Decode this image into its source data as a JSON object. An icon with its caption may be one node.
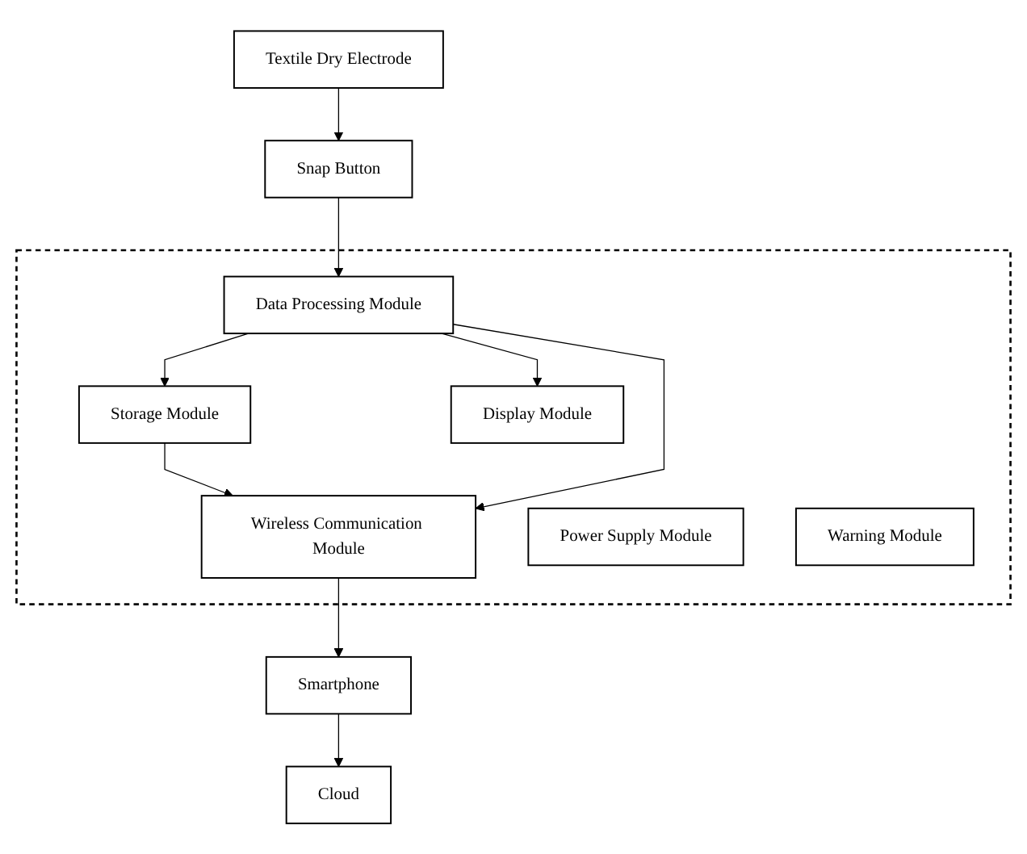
{
  "diagram": {
    "nodes": [
      {
        "text": [
          "Textile Dry Electrode"
        ]
      },
      {
        "text": [
          "Snap Button"
        ]
      },
      {
        "text": [
          "Cloud"
        ]
      },
      {
        "text": [
          "Smartphone"
        ]
      },
      {
        "text": [],
        "shape": "box"
      },
      {
        "text": [
          "Storage Module"
        ],
        "in": 4
      },
      {
        "text": [
          "Data Processing Module"
        ],
        "in": 4
      },
      {
        "text": [
          "Wireless Communication Module"
        ],
        "in": 4
      },
      {
        "text": [
          "Display Module"
        ],
        "in": 4
      },
      {
        "text": [
          "Power Supply Module"
        ],
        "in": 4
      },
      {
        "text": [
          "Warning Module"
        ],
        "in": 4
      }
    ],
    "edges": [
      {
        "from": 0,
        "to": 1,
        "arrow": "to"
      },
      {
        "from": 3,
        "to": 2,
        "arrow": "to"
      },
      {
        "from": 1,
        "to": 6,
        "arrow": "to"
      },
      {
        "from": 6,
        "to": 5,
        "arrow": "to"
      },
      {
        "from": 5,
        "to": 7,
        "arrow": "to"
      },
      {
        "from": 6,
        "to": 7,
        "arrow": "to"
      },
      {
        "from": 6,
        "to": 8,
        "arrow": "to"
      },
      {
        "from": 7,
        "to": 3,
        "arrow": "to"
      }
    ]
  }
}
